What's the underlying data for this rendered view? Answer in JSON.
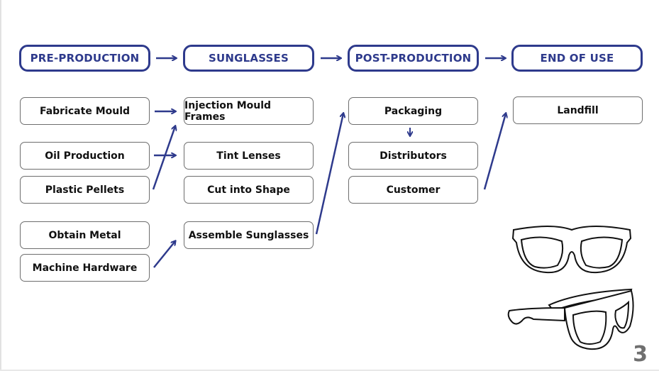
{
  "stages": [
    {
      "label": "PRE-PRODUCTION"
    },
    {
      "label": "SUNGLASSES"
    },
    {
      "label": "POST-PRODUCTION"
    },
    {
      "label": "END OF USE"
    }
  ],
  "pre_production": [
    {
      "label": "Fabricate Mould"
    },
    {
      "label": "Oil Production"
    },
    {
      "label": "Plastic Pellets"
    },
    {
      "label": "Obtain Metal"
    },
    {
      "label": "Machine Hardware"
    }
  ],
  "sunglasses": [
    {
      "label": "Injection Mould Frames"
    },
    {
      "label": "Tint Lenses"
    },
    {
      "label": "Cut into Shape"
    },
    {
      "label": "Assemble Sunglasses"
    }
  ],
  "post_production": [
    {
      "label": "Packaging"
    },
    {
      "label": "Distributors"
    },
    {
      "label": "Customer"
    }
  ],
  "end_of_use": [
    {
      "label": "Landfill"
    }
  ],
  "accent_color": "#2e3a8c",
  "illustrations": [
    "sunglasses-front-icon",
    "sunglasses-side-icon"
  ],
  "page_number": "3"
}
